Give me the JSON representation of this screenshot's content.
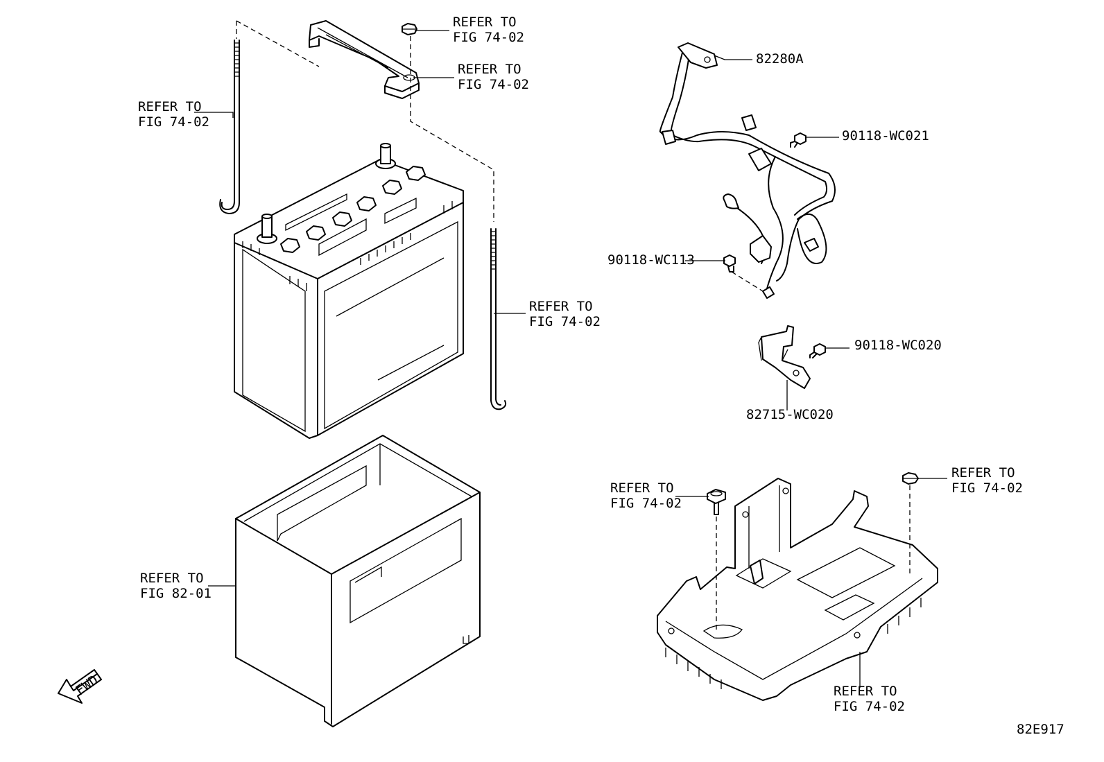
{
  "diagram": {
    "diagram_code": "82E917",
    "fwd_label": "FWD",
    "callouts": {
      "hold_down_rod_left": [
        "REFER TO",
        "FIG 74-02"
      ],
      "clamp_nut": [
        "REFER TO",
        "FIG 74-02"
      ],
      "clamp": [
        "REFER TO",
        "FIG 74-02"
      ],
      "hold_down_rod_right": [
        "REFER TO",
        "FIG 74-02"
      ],
      "battery_case": [
        "REFER TO",
        "FIG 82-01"
      ],
      "tray_bolt_left": [
        "REFER TO",
        "FIG 74-02"
      ],
      "tray_nut_right": [
        "REFER TO",
        "FIG 74-02"
      ],
      "tray": [
        "REFER TO",
        "FIG 74-02"
      ]
    },
    "part_numbers": {
      "cable": "82280A",
      "bolt_upper": "90118-WC021",
      "bolt_ground": "90118-WC113",
      "bolt_bracket": "90118-WC020",
      "bracket": "82715-WC020"
    }
  }
}
